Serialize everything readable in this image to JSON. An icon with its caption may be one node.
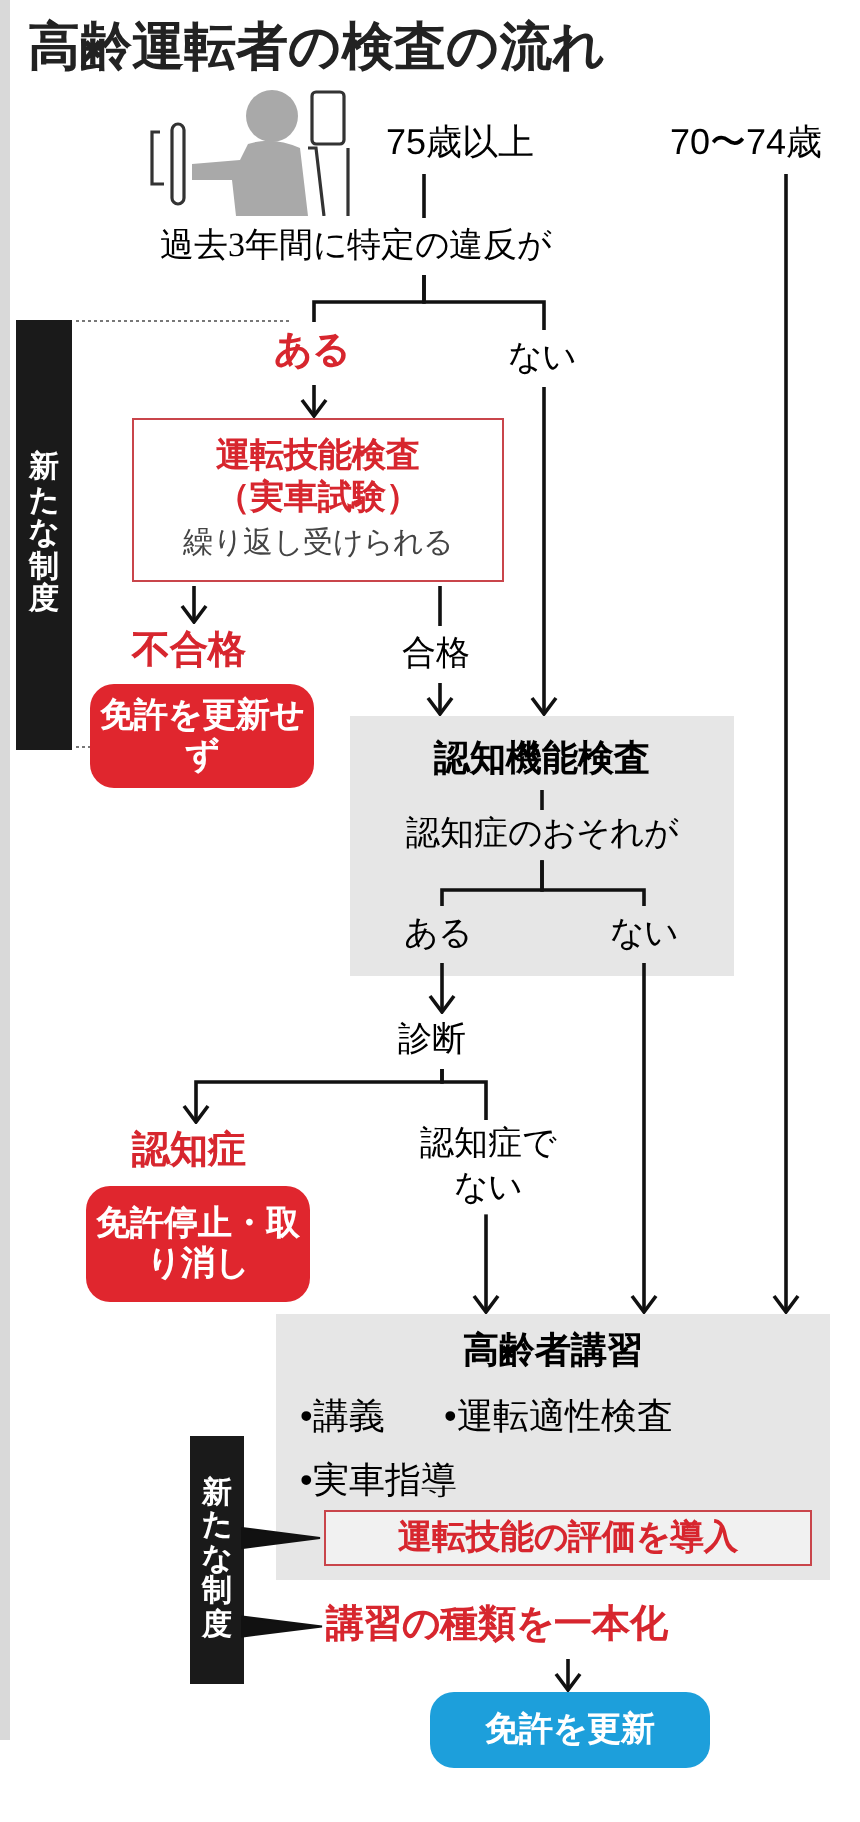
{
  "diagram": {
    "title": "高齢運転者の検査の流れ",
    "nodes": [
      {
        "text": [
          "75歳以上"
        ]
      },
      {
        "text": [
          "70〜74歳"
        ]
      },
      {
        "text": [
          "過去3年間に特定の違反が"
        ]
      },
      {
        "text": [
          "新たな制度"
        ]
      },
      {
        "text": [
          "ある"
        ]
      },
      {
        "text": [
          "ない"
        ]
      },
      {
        "text": [
          "運転技能検査（実車試験）",
          "繰り返し受けられる"
        ]
      },
      {
        "text": [
          "不合格"
        ]
      },
      {
        "text": [
          "合格"
        ]
      },
      {
        "text": [
          "免許を更新せず"
        ]
      },
      {
        "text": [],
        "shape": "box"
      },
      {
        "text": [
          "認知機能検査"
        ],
        "in": 10
      },
      {
        "text": [
          "認知症のおそれが"
        ],
        "in": 10
      },
      {
        "text": [
          "ある"
        ],
        "in": 10
      },
      {
        "text": [
          "ない"
        ],
        "in": 10
      },
      {
        "text": [
          "診断"
        ]
      },
      {
        "text": [
          "認知症"
        ]
      },
      {
        "text": [
          "認知症でない"
        ]
      },
      {
        "text": [
          "免許停止・取り消し"
        ]
      },
      {
        "text": [
          "高齢者講習",
          "•講義",
          "•運転適性検査",
          "•実車指導"
        ]
      },
      {
        "text": [
          "運転技能の評価を導入"
        ],
        "in": 19
      },
      {
        "text": [
          "新たな制度"
        ]
      },
      {
        "text": [
          "講習の種類を一本化"
        ]
      },
      {
        "text": [
          "免許を更新"
        ]
      }
    ],
    "edges": [
      {
        "from": 0,
        "to": 2,
        "arrow": "none"
      },
      {
        "from": 2,
        "to": 4,
        "arrow": "none"
      },
      {
        "from": 2,
        "to": 5,
        "arrow": "none"
      },
      {
        "from": 4,
        "to": 6,
        "arrow": "to"
      },
      {
        "from": 6,
        "to": 7,
        "arrow": "to"
      },
      {
        "from": 6,
        "to": 8,
        "arrow": "none"
      },
      {
        "from": 8,
        "to": 10,
        "arrow": "to"
      },
      {
        "from": 5,
        "to": 10,
        "arrow": "to"
      },
      {
        "from": 11,
        "to": 12,
        "arrow": "none"
      },
      {
        "from": 12,
        "to": 13,
        "arrow": "none"
      },
      {
        "from": 12,
        "to": 14,
        "arrow": "none"
      },
      {
        "from": 13,
        "to": 15,
        "arrow": "to"
      },
      {
        "from": 15,
        "to": 16,
        "arrow": "to"
      },
      {
        "from": 15,
        "to": 17,
        "arrow": "none"
      },
      {
        "from": 17,
        "to": 19,
        "arrow": "to"
      },
      {
        "from": 14,
        "to": 19,
        "arrow": "to"
      },
      {
        "from": 1,
        "to": 19,
        "arrow": "to"
      },
      {
        "from": 21,
        "to": 20,
        "arrow": "none"
      },
      {
        "from": 21,
        "to": 22,
        "arrow": "none"
      },
      {
        "from": 22,
        "to": 23,
        "arrow": "to"
      }
    ]
  }
}
